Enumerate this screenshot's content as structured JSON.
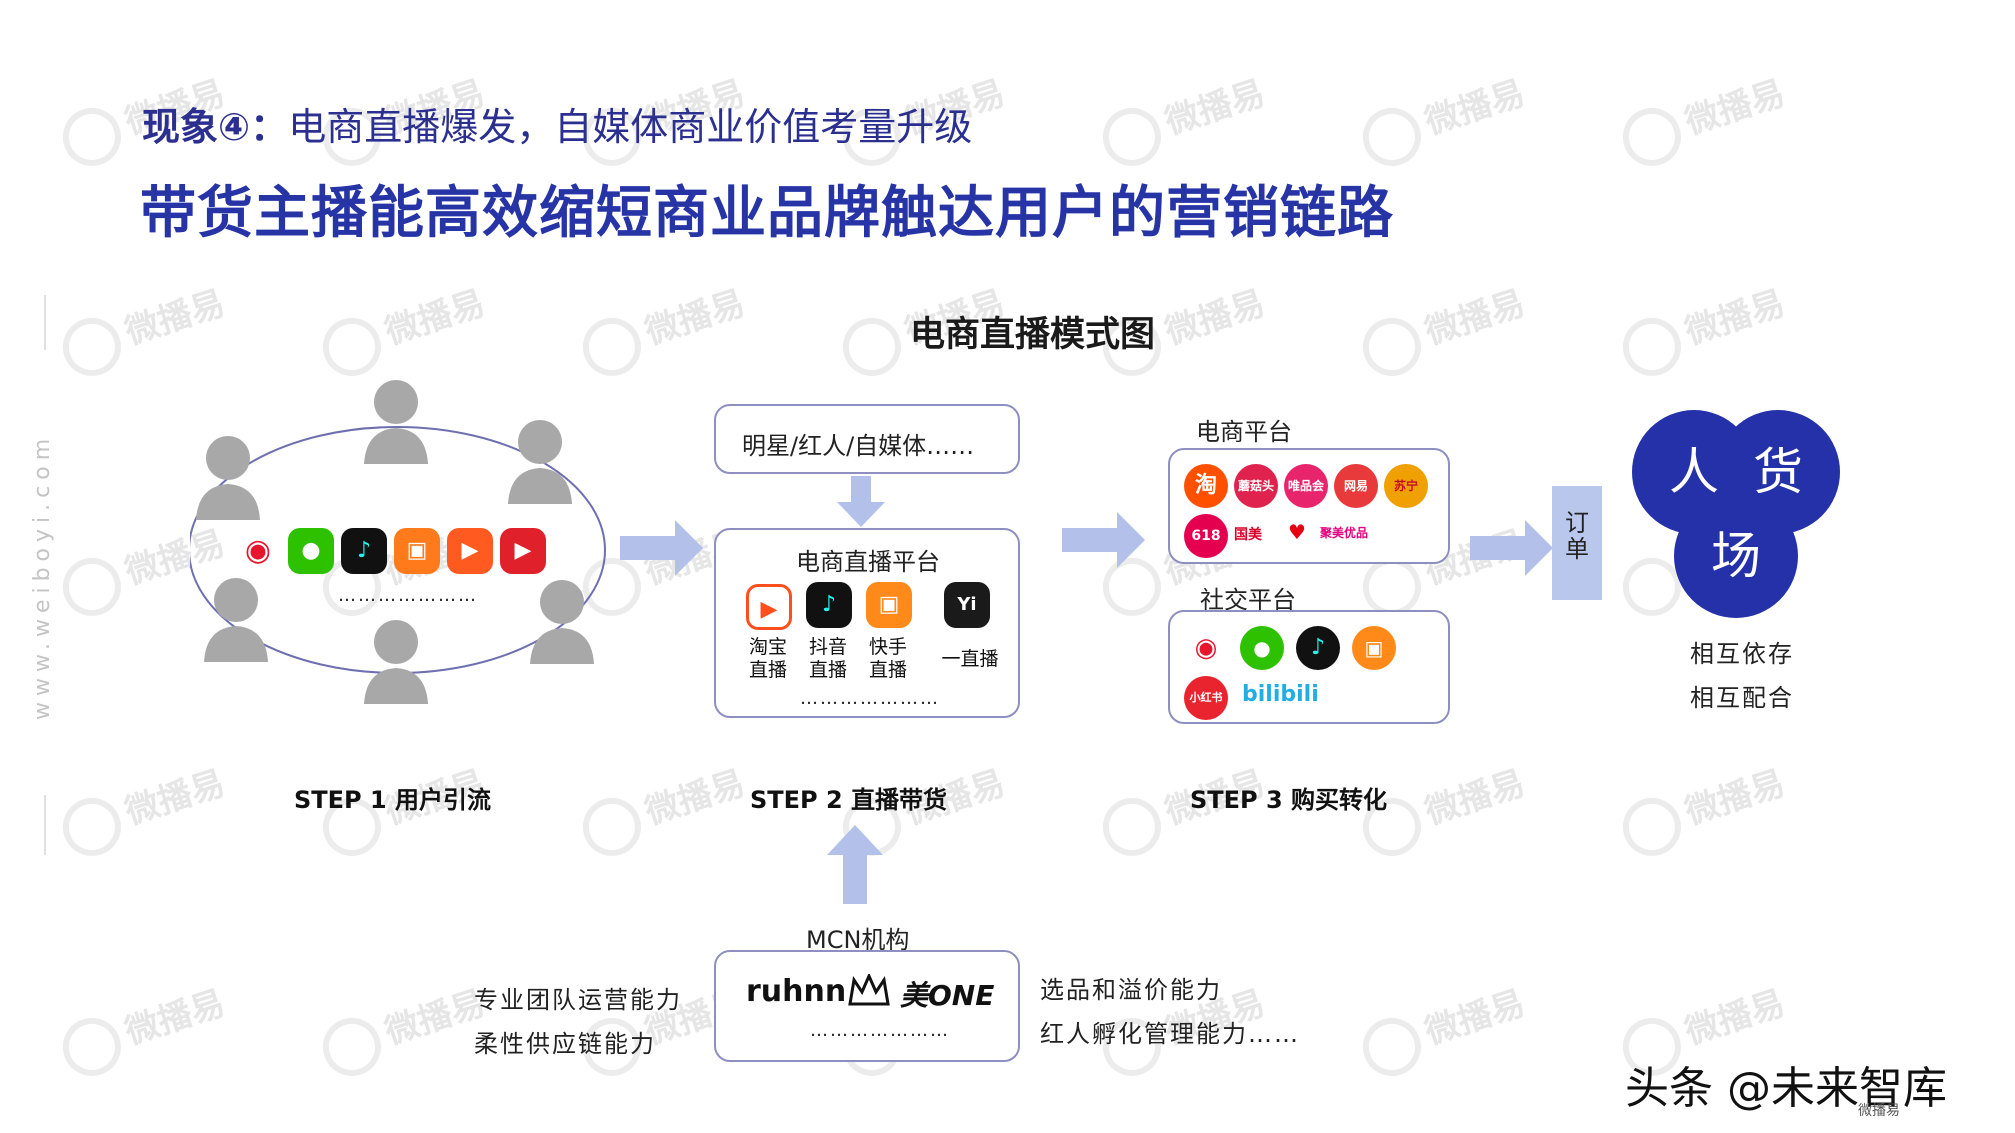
{
  "watermark": {
    "text": "微播易",
    "side_text": "www.weiboyi.com"
  },
  "header": {
    "subtitle_prefix": "现象④：",
    "subtitle_text": "电商直播爆发，自媒体商业价值考量升级",
    "title": "带货主播能高效缩短商业品牌触达用户的营销链路"
  },
  "diagram_title": "电商直播模式图",
  "step1": {
    "label": "STEP 1  用户引流",
    "ellipsis": "…………………",
    "icons": [
      "weibo-icon",
      "wechat-icon",
      "douyin-icon",
      "kuaishou-icon",
      "taobao-live-icon",
      "live-play-icon"
    ]
  },
  "step2": {
    "label": "STEP 2  直播带货",
    "top_box": "明星/红人/自媒体……",
    "platform_title": "电商直播平台",
    "platforms": [
      "淘宝\n直播",
      "抖音\n直播",
      "快手\n直播",
      "一直播"
    ],
    "ellipsis": "…………………"
  },
  "mcn": {
    "title": "MCN机构",
    "logos": [
      "ruhnn",
      "美ONE"
    ],
    "ellipsis": "…………………",
    "left_notes": [
      "专业团队运营能力",
      "柔性供应链能力"
    ],
    "right_notes": [
      "选品和溢价能力",
      "红人孵化管理能力……"
    ]
  },
  "step3": {
    "label": "STEP 3  购买转化",
    "ecommerce_title": "电商平台",
    "ecommerce_icons": [
      "淘",
      "蘑菇头",
      "唯品会",
      "网易",
      "苏宁",
      "618",
      "国美",
      "考拉",
      "聚美优品"
    ],
    "social_title": "社交平台",
    "social_icons": [
      "微博",
      "微信",
      "抖音",
      "快手",
      "小红书",
      "bilibili"
    ],
    "order": "订单"
  },
  "triad": {
    "people": "人",
    "goods": "货",
    "scene": "场",
    "notes": [
      "相互依存",
      "相互配合"
    ]
  },
  "footer": {
    "mark": "头条 @未来智库",
    "small": "微播易"
  },
  "colors": {
    "brand_blue": "#2734a6",
    "arrow_blue": "#b3c1ea",
    "box_border": "#8e8fc0"
  }
}
